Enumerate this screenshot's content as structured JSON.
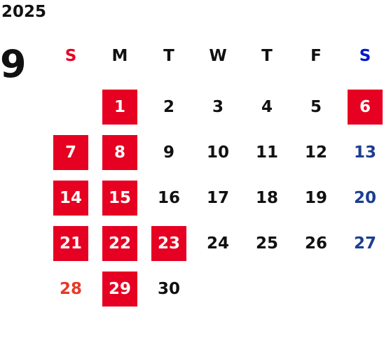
{
  "calendar": {
    "year": "2025",
    "month": "9",
    "weekdays": [
      {
        "label": "S",
        "color": "#e60021"
      },
      {
        "label": "M",
        "color": "#111111"
      },
      {
        "label": "T",
        "color": "#111111"
      },
      {
        "label": "W",
        "color": "#111111"
      },
      {
        "label": "T",
        "color": "#111111"
      },
      {
        "label": "F",
        "color": "#111111"
      },
      {
        "label": "S",
        "color": "#0018c8"
      }
    ],
    "colors": {
      "holiday_bg": "#e60021",
      "holiday_text": "#ffffff",
      "sunday_text": "#e83a2a",
      "saturday_text": "#1d3e8f",
      "weekday_text": "#111111"
    },
    "weeks": [
      [
        null,
        {
          "day": "1",
          "holiday": true
        },
        {
          "day": "2"
        },
        {
          "day": "3"
        },
        {
          "day": "4"
        },
        {
          "day": "5"
        },
        {
          "day": "6",
          "holiday": true
        }
      ],
      [
        {
          "day": "7",
          "holiday": true
        },
        {
          "day": "8",
          "holiday": true
        },
        {
          "day": "9"
        },
        {
          "day": "10"
        },
        {
          "day": "11"
        },
        {
          "day": "12"
        },
        {
          "day": "13"
        }
      ],
      [
        {
          "day": "14",
          "holiday": true
        },
        {
          "day": "15",
          "holiday": true
        },
        {
          "day": "16"
        },
        {
          "day": "17"
        },
        {
          "day": "18"
        },
        {
          "day": "19"
        },
        {
          "day": "20"
        }
      ],
      [
        {
          "day": "21",
          "holiday": true
        },
        {
          "day": "22",
          "holiday": true
        },
        {
          "day": "23",
          "holiday": true
        },
        {
          "day": "24"
        },
        {
          "day": "25"
        },
        {
          "day": "26"
        },
        {
          "day": "27"
        }
      ],
      [
        {
          "day": "28"
        },
        {
          "day": "29",
          "holiday": true
        },
        {
          "day": "30"
        },
        null,
        null,
        null,
        null
      ]
    ]
  }
}
